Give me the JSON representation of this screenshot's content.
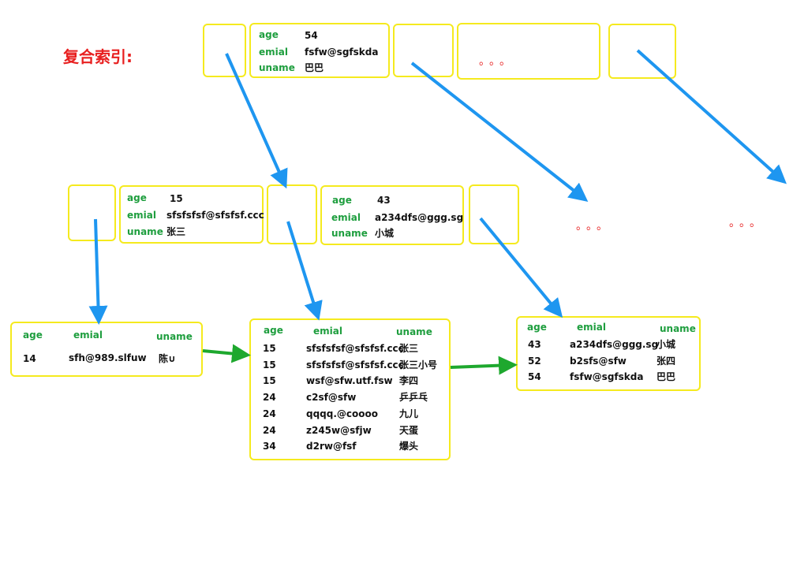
{
  "title": "复合索引:",
  "labels": {
    "age": "age",
    "emial": "emial",
    "uname": "uname"
  },
  "ellipsis": "。。。",
  "root_entry": {
    "age": "54",
    "emial": "fsfw@sgfskda",
    "uname": "巴巴"
  },
  "mid_entries": [
    {
      "age": "15",
      "emial": "sfsfsfsf@sfsfsf.ccc",
      "uname": "张三"
    },
    {
      "age": "43",
      "emial": "a234dfs@ggg.sg",
      "uname": "小城"
    }
  ],
  "leaves": [
    {
      "rows": [
        {
          "age": "14",
          "emial": "sfh@989.slfuw",
          "uname": "陈∪"
        }
      ]
    },
    {
      "rows": [
        {
          "age": "15",
          "emial": "sfsfsfsf@sfsfsf.ccc",
          "uname": "张三"
        },
        {
          "age": "15",
          "emial": "sfsfsfsf@sfsfsf.ccc",
          "uname": "张三小号"
        },
        {
          "age": "15",
          "emial": "wsf@sfw.utf.fsw",
          "uname": "李四"
        },
        {
          "age": "24",
          "emial": "c2sf@sfw",
          "uname": "乒乒乓"
        },
        {
          "age": "24",
          "emial": "qqqq.@coooo",
          "uname": "九儿"
        },
        {
          "age": "24",
          "emial": "z245w@sfjw",
          "uname": "天蛋"
        },
        {
          "age": "34",
          "emial": "d2rw@fsf",
          "uname": "爆头"
        }
      ]
    },
    {
      "rows": [
        {
          "age": "43",
          "emial": "a234dfs@ggg.sg",
          "uname": "小城"
        },
        {
          "age": "52",
          "emial": "b2sfs@sfw",
          "uname": "张四"
        },
        {
          "age": "54",
          "emial": "fsfw@sgfskda",
          "uname": "巴巴"
        }
      ]
    }
  ],
  "colors": {
    "box_border": "#f5ea1e",
    "label": "#1e9e3e",
    "title": "#e82020",
    "pointer_arrow": "#1e96f0",
    "link_arrow": "#1ea82e"
  }
}
